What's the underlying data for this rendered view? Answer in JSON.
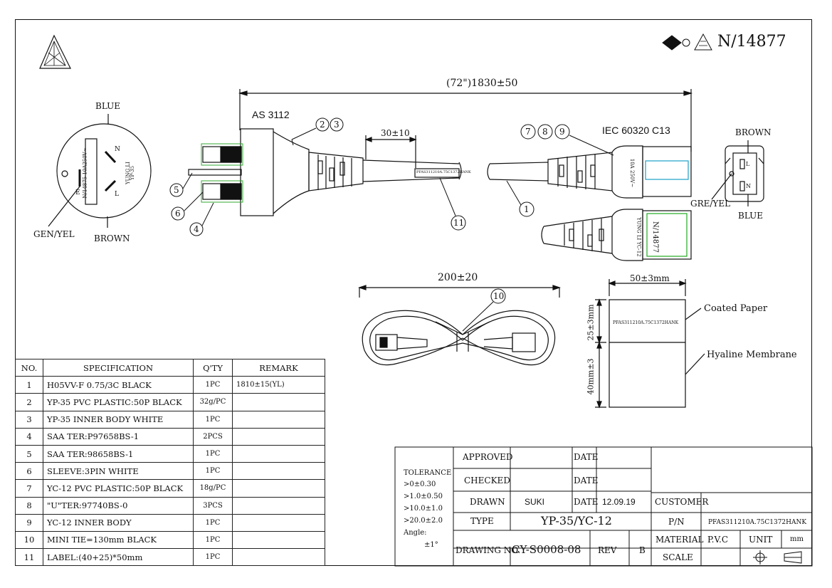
{
  "cert": {
    "number": "N/14877",
    "logos": [
      "rcm-icon",
      "de-icon"
    ]
  },
  "dims": {
    "overall": "(72\")1830±50",
    "strip": "30±10",
    "coil": "200±20",
    "label_width": "50±3mm",
    "label_paper_h": "25±3mm",
    "label_membrane_h": "40mm±3"
  },
  "plug": {
    "standard": "AS 3112",
    "brand_lines": [
      "YUNG LI",
      "YP-35"
    ],
    "rating_text": "N/14875 10A250V~",
    "pins": [
      "N",
      "L",
      "E"
    ]
  },
  "connector": {
    "standard": "IEC 60320 C13",
    "rating": "10A 250V~",
    "brand": "YUNG LI YC-12",
    "cert": "N/14877"
  },
  "cable_print": "PFAS311210A.75C1372HANK",
  "face_labels": {
    "blue": "BLUE",
    "brown": "BROWN",
    "gnd": "GEN/YEL"
  },
  "conn_labels": {
    "brown": "BROWN",
    "blue": "BLUE",
    "gnd": "GRE/YEL",
    "pins": [
      "L",
      "N"
    ]
  },
  "callouts": [
    "2",
    "3",
    "5",
    "6",
    "4",
    "11",
    "7",
    "8",
    "9",
    "1",
    "10"
  ],
  "label_parts": {
    "paper": "Coated Paper",
    "membrane": "Hyaline Membrane",
    "print": "PFAS311210A.75C1372HANK"
  },
  "spec_table": {
    "headers": [
      "NO.",
      "SPECIFICATION",
      "Q'TY",
      "REMARK"
    ],
    "rows": [
      [
        "1",
        "H05VV-F 0.75/3C BLACK",
        "1PC",
        "1810±15(YL)"
      ],
      [
        "2",
        "YP-35 PVC PLASTIC:50P BLACK",
        "32g/PC",
        ""
      ],
      [
        "3",
        "YP-35 INNER BODY WHITE",
        "1PC",
        ""
      ],
      [
        "4",
        "SAA TER:P97658BS-1",
        "2PCS",
        ""
      ],
      [
        "5",
        "SAA TER:98658BS-1",
        "1PC",
        ""
      ],
      [
        "6",
        "SLEEVE:3PIN WHITE",
        "1PC",
        ""
      ],
      [
        "7",
        "YC-12 PVC PLASTIC:50P BLACK",
        "18g/PC",
        ""
      ],
      [
        "8",
        "\"U\"TER:97740BS-0",
        "3PCS",
        ""
      ],
      [
        "9",
        "YC-12 INNER BODY",
        "1PC",
        ""
      ],
      [
        "10",
        "MINI TIE=130mm   BLACK",
        "1PC",
        ""
      ],
      [
        "11",
        "LABEL:(40+25)*50mm",
        "1PC",
        ""
      ]
    ]
  },
  "tolerance": {
    "title": "TOLERANCE",
    "lines": [
      ">0±0.30",
      ">1.0±0.50",
      ">10.0±1.0",
      ">20.0±2.0",
      "Angle:",
      "±1°"
    ]
  },
  "title_block": {
    "approved": "APPROVED",
    "checked": "CHECKED",
    "drawn": "DRAWN",
    "drawn_by": "SUKI",
    "date": "DATE",
    "date_value": "12.09.19",
    "type": "TYPE",
    "type_value": "YP-35/YC-12",
    "drawing_no": "DRAWING NO.",
    "drawing_no_value": "CY-S0008-08",
    "rev": "REV",
    "rev_value": "B",
    "customer": "CUSTOMER",
    "pn": "P/N",
    "pn_value": "PFAS311210A.75C1372HANK",
    "material": "MATERIAL",
    "material_value": "P.V.C",
    "unit": "UNIT",
    "unit_value": "mm",
    "scale": "SCALE"
  }
}
